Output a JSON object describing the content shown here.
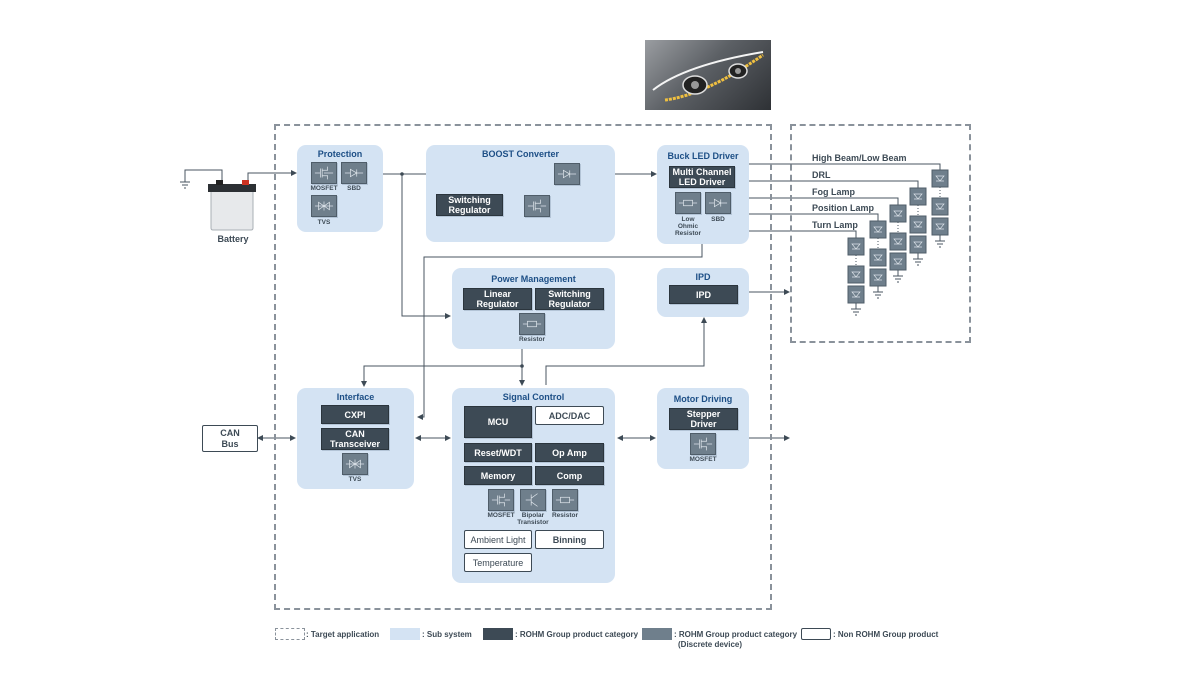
{
  "title_image": {
    "semantic": "car-headlight-photo"
  },
  "battery": {
    "label": "Battery"
  },
  "can_bus": {
    "label_line1": "CAN",
    "label_line2": "Bus"
  },
  "blocks": {
    "protection": {
      "title": "Protection",
      "parts": [
        "MOSFET",
        "SBD",
        "TVS"
      ]
    },
    "boost": {
      "title": "BOOST Converter",
      "chip_line1": "Switching",
      "chip_line2": "Regulator"
    },
    "buck": {
      "title": "Buck LED Driver",
      "chip_line1": "Multi Channel",
      "chip_line2": "LED Driver",
      "parts": [
        "Low Ohmic Resistor",
        "SBD"
      ],
      "res_line1": "Low",
      "res_line2": "Ohmic",
      "res_line3": "Resistor"
    },
    "power": {
      "title": "Power Management",
      "chip1_line1": "Linear",
      "chip1_line2": "Regulator",
      "chip2_line1": "Switching",
      "chip2_line2": "Regulator",
      "part": "Resistor"
    },
    "ipd": {
      "title": "IPD",
      "chip": "IPD"
    },
    "interface": {
      "title": "Interface",
      "chip1": "CXPI",
      "chip2_line1": "CAN",
      "chip2_line2": "Transceiver",
      "part": "TVS"
    },
    "signal": {
      "title": "Signal Control",
      "mcu": "MCU",
      "adc": "ADC/DAC",
      "reset": "Reset/WDT",
      "opamp": "Op Amp",
      "memory": "Memory",
      "comp": "Comp",
      "part1": "MOSFET",
      "part2_line1": "Bipolar",
      "part2_line2": "Transistor",
      "part3": "Resistor",
      "ambient": "Ambient Light",
      "binning": "Binning",
      "temperature": "Temperature"
    },
    "motor": {
      "title": "Motor Driving",
      "chip_line1": "Stepper",
      "chip_line2": "Driver",
      "part": "MOSFET"
    }
  },
  "lamps": [
    "High Beam/Low Beam",
    "DRL",
    "Fog Lamp",
    "Position Lamp",
    "Turn Lamp"
  ],
  "legend": {
    "target": ": Target application",
    "subsystem": ": Sub system",
    "rohm": ": ROHM Group product category",
    "rohm_discrete_line1": ": ROHM Group product category",
    "rohm_discrete_line2": "(Discrete device)",
    "non_rohm": ": Non ROHM Group product"
  },
  "colors": {
    "subsystem": "#d4e3f3",
    "rohm": "#3d4a55",
    "discrete": "#6f7f8c",
    "title": "#1d4f86"
  }
}
